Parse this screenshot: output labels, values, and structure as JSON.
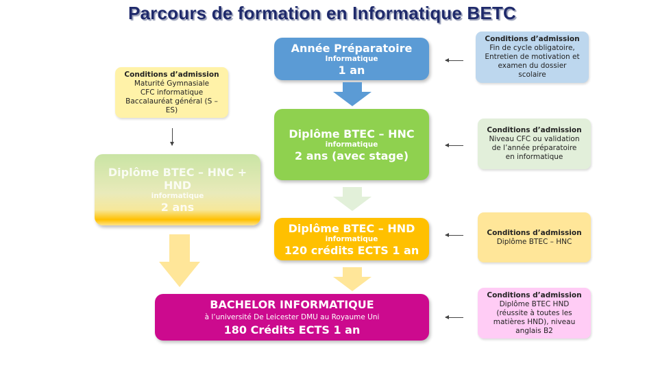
{
  "title": "Parcours de formation en Informatique BETC",
  "prep": {
    "title": "Année Préparatoire",
    "subtitle": "Informatique",
    "duration": "1 an"
  },
  "hnc": {
    "title": "Diplôme BTEC – HNC",
    "subtitle": "informatique",
    "duration": "2 ans (avec stage)"
  },
  "hnc_hnd": {
    "title": "Diplôme BTEC – HNC + HND",
    "subtitle": "informatique",
    "duration": "2 ans"
  },
  "hnd": {
    "title": "Diplôme BTEC – HND",
    "subtitle": "informatique",
    "duration": "120 crédits ECTS 1 an"
  },
  "bachelor": {
    "title": "BACHELOR INFORMATIQUE",
    "subtitle": "à l’université De Leicester DMU au Royaume Uni",
    "duration": "180 Crédits ECTS 1 an"
  },
  "conditions": {
    "heading": "Conditions d’admission",
    "prep": [
      "Fin de cycle obligatoire,",
      "Entretien de motivation et",
      "examen du dossier",
      "scolaire"
    ],
    "hnc": [
      "Niveau CFC ou validation",
      "de l’année préparatoire",
      "en informatique"
    ],
    "hnc_hnd": [
      "Maturité Gymnasiale",
      "CFC informatique",
      "Baccalauréat général (S –",
      "ES)"
    ],
    "hnd": [
      "Diplôme BTEC – HNC"
    ],
    "bachelor": [
      "Diplôme BTEC HND",
      "(réussite à toutes les",
      "matières HND), niveau",
      "anglais B2"
    ]
  },
  "colors": {
    "prep": "#5b9bd5",
    "hnc": "#8fd14f",
    "hnd": "#ffc000",
    "bachelor": "#cc0a8e",
    "cond_prep": "#bdd7ee",
    "cond_hnc": "#e2efda",
    "cond_hnd": "#ffe699",
    "cond_bachelor": "#ffccf5",
    "cond_hnc_hnd": "#fff2a8"
  }
}
